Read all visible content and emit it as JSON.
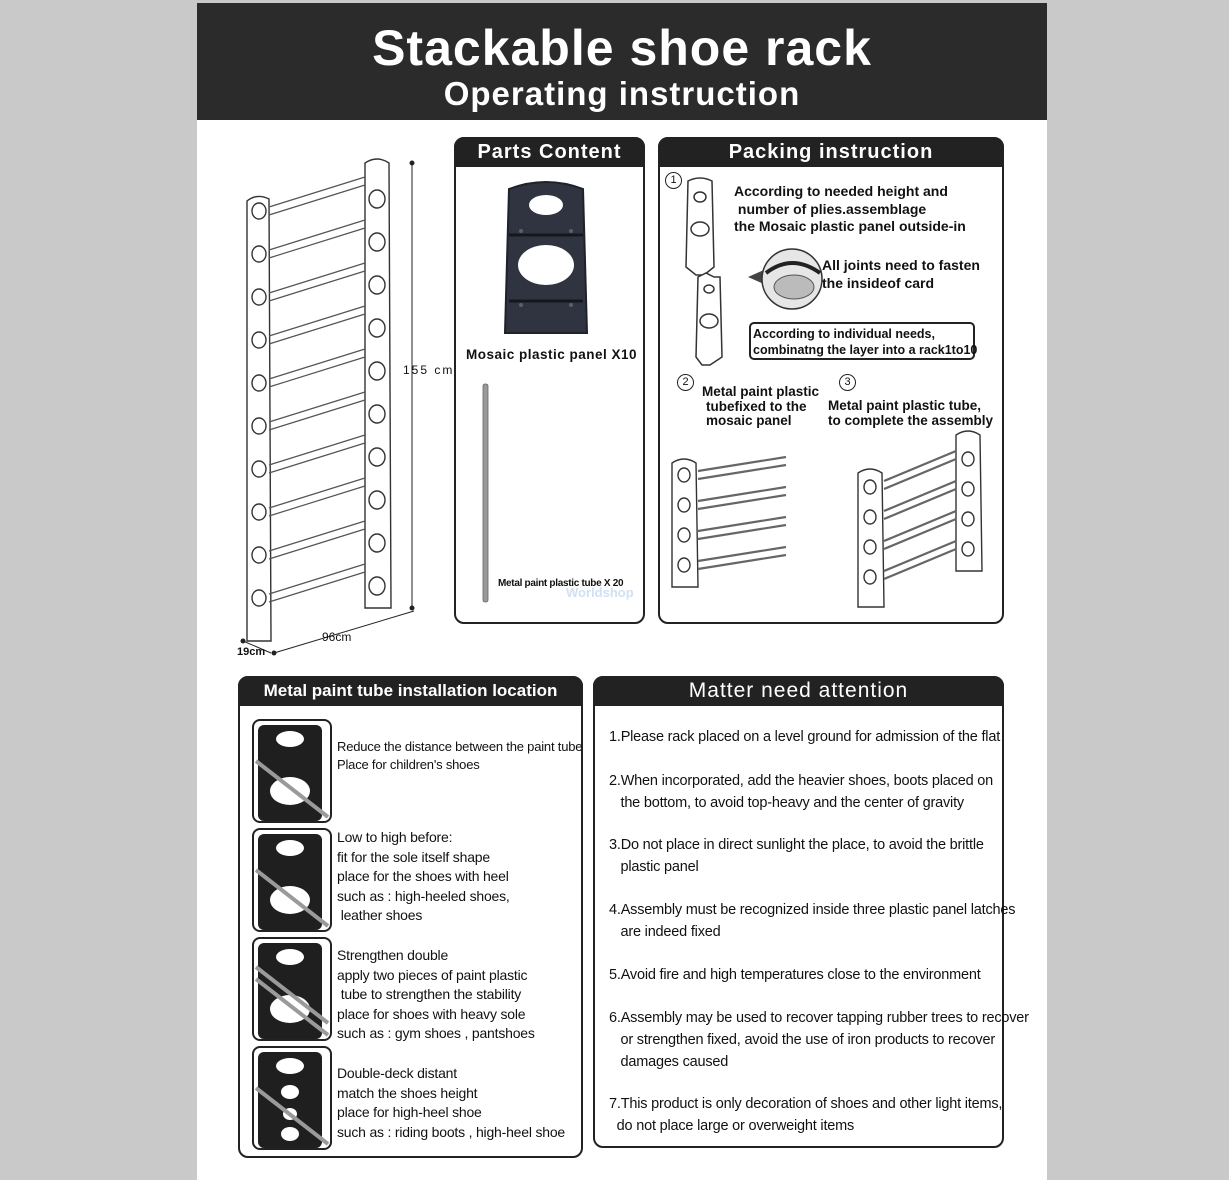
{
  "header": {
    "title": "Stackable shoe rack",
    "subtitle": "Operating instruction"
  },
  "rack": {
    "height_label": "155 cm",
    "width_label": "96cm",
    "depth_label": "19cm"
  },
  "parts": {
    "title": "Parts Content",
    "panel_label": "Mosaic plastic panel X10",
    "tube_label": "Metal paint plastic tube X 20",
    "watermark": "Worldshop"
  },
  "packing": {
    "title": "Packing instruction",
    "step1_num": "1",
    "step1_text": [
      "According to needed height and",
      " number of plies.assemblage",
      "the Mosaic plastic panel outside-in"
    ],
    "joints_text": [
      "All joints need to fasten",
      "the insideof card"
    ],
    "needs_text": [
      "According to individual needs,",
      "combinatng the layer into a rack1to10"
    ],
    "step2_num": "2",
    "step2_text": [
      "Metal paint plastic",
      "tubefixed to the",
      "mosaic panel"
    ],
    "step3_num": "3",
    "step3_text": [
      "Metal paint plastic tube,",
      "to complete the assembly"
    ]
  },
  "installation": {
    "title": "Metal paint tube installation location",
    "items": [
      {
        "lines": [
          "Reduce the distance between the paint tube",
          "Place for children's shoes"
        ]
      },
      {
        "lines": [
          "Low to high before:",
          "fit for the sole itself shape",
          "place for the shoes with heel",
          "such as : high-heeled shoes,",
          " leather shoes"
        ]
      },
      {
        "lines": [
          "Strengthen double",
          "apply two pieces of paint plastic",
          " tube to strengthen the stability",
          "place for shoes with heavy sole",
          "such as : gym shoes , pantshoes"
        ]
      },
      {
        "lines": [
          "Double-deck distant",
          "match the shoes height",
          "place for high-heel shoe",
          "such as : riding boots , high-heel shoe"
        ]
      }
    ]
  },
  "attention": {
    "title": "Matter need attention",
    "notes": [
      {
        "lines": [
          "1.Please rack placed on a level ground for admission of the flat"
        ]
      },
      {
        "lines": [
          "2.When incorporated, add the heavier shoes, boots placed on",
          "   the bottom, to avoid top-heavy and the center of gravity"
        ]
      },
      {
        "lines": [
          "3.Do not place in direct sunlight the place, to avoid the brittle",
          "   plastic panel"
        ]
      },
      {
        "lines": [
          "4.Assembly must be recognized inside three plastic panel latches",
          "   are indeed fixed"
        ]
      },
      {
        "lines": [
          "5.Avoid fire and high temperatures close to the environment"
        ]
      },
      {
        "lines": [
          "6.Assembly may be used to recover tapping rubber trees to recover",
          "   or strengthen fixed, avoid the use of iron products to recover",
          "   damages caused"
        ]
      },
      {
        "lines": [
          "7.This product is only decoration of shoes and other light items,",
          "  do not place large or overweight items"
        ]
      }
    ]
  }
}
